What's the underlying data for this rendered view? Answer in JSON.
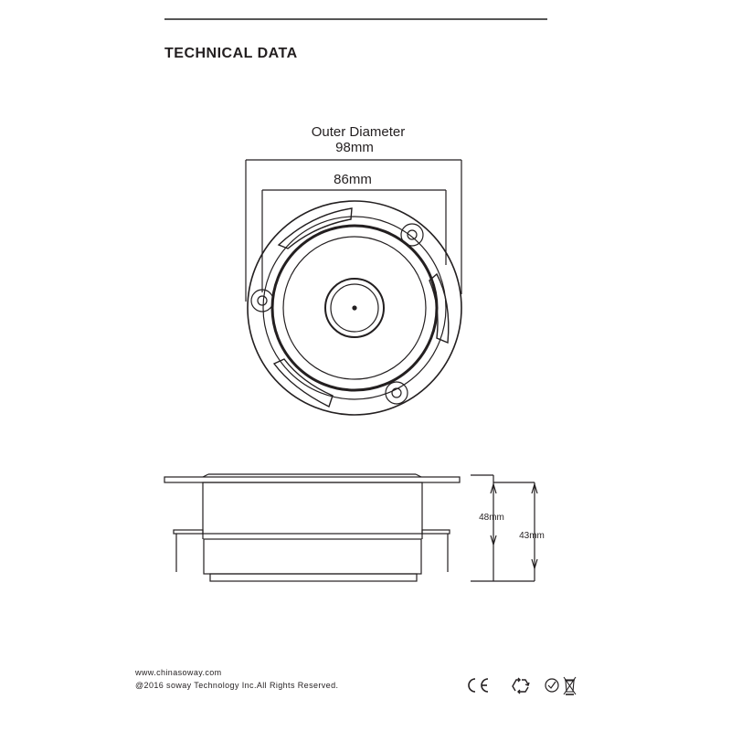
{
  "page": {
    "title": "TECHNICAL DATA"
  },
  "dimensions": {
    "outer_diameter_label": "Outer Diameter",
    "outer_diameter_value": "98mm",
    "inner_diameter_value": "86mm",
    "total_height_value": "48mm",
    "body_height_value": "43mm"
  },
  "footer": {
    "website": "www.chinasoway.com",
    "copyright": "@2016 soway Technology Inc.All Rights Reserved."
  },
  "certifications": [
    {
      "name": "CE",
      "icon": "ce-mark-icon"
    },
    {
      "name": "recycle",
      "icon": "recycle-icon"
    },
    {
      "name": "rohs",
      "icon": "rohs-icon"
    },
    {
      "name": "weee",
      "icon": "weee-bin-icon"
    }
  ],
  "colors": {
    "line": "#231f20",
    "rule": "#555555"
  }
}
